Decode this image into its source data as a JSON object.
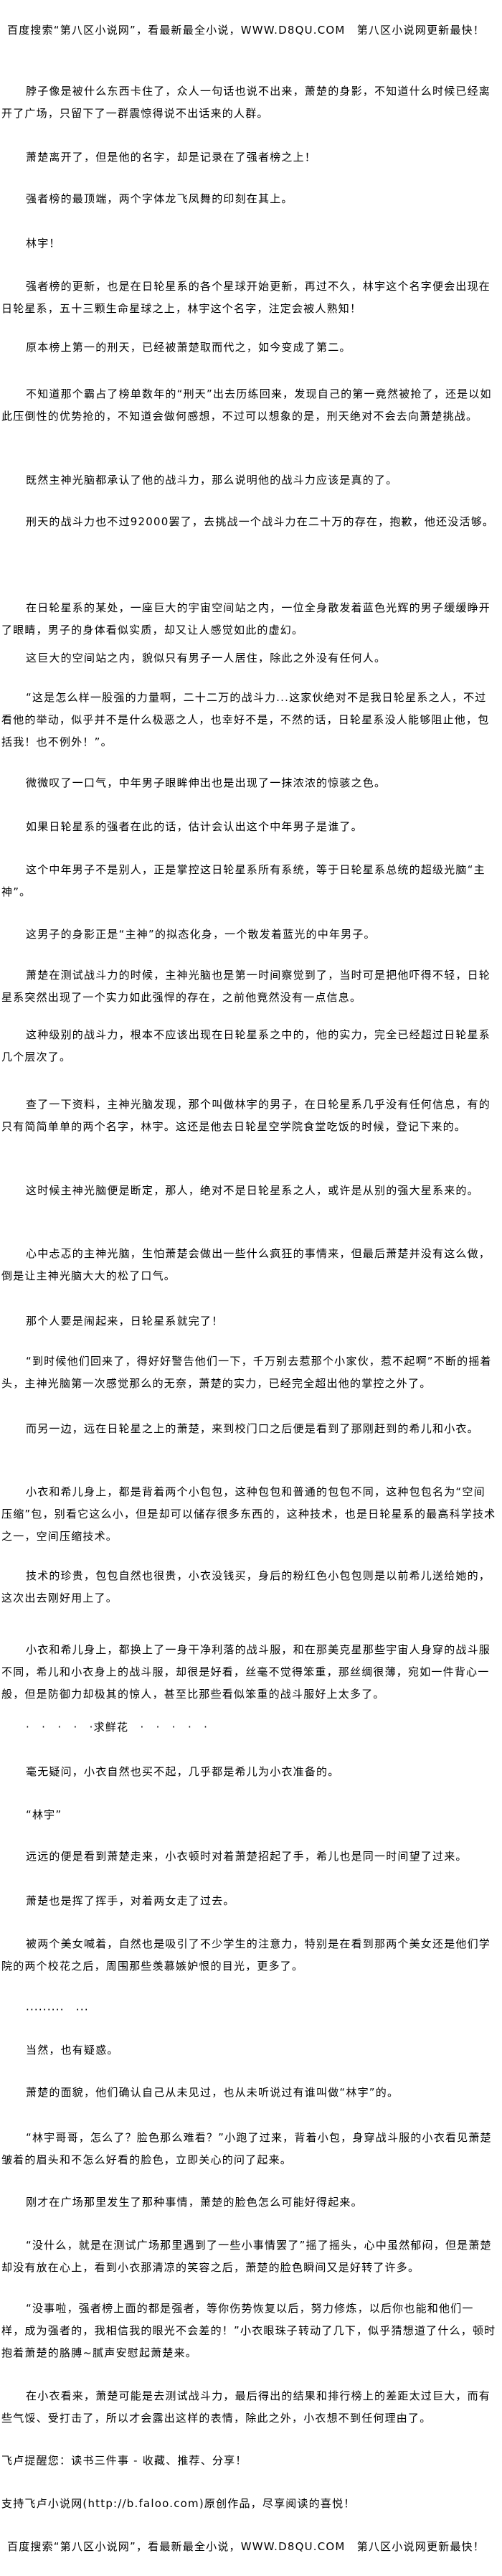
{
  "header_notice": "百度搜索“第八区小说网”，看最新最全小说，WWW.D8QU.COM　第八区小说网更新最快！",
  "paragraphs": [
    "脖子像是被什么东西卡住了，众人一句话也说不出来，萧楚的身影，不知道什么时候已经离开了广场，只留下了一群震惊得说不出话来的人群。",
    "萧楚离开了，但是他的名字，却是记录在了强者榜之上！",
    "强者榜的最顶端，两个字体龙飞凤舞的印刻在其上。",
    "林宇！",
    "强者榜的更新，也是在日轮星系的各个星球开始更新，再过不久，林宇这个名字便会出现在日轮星系，五十三颗生命星球之上，林宇这个名字，注定会被人熟知！",
    "原本榜上第一的刑天，已经被萧楚取而代之，如今变成了第二。",
    "不知道那个霸占了榜单数年的“刑天”出去历练回来，发现自己的第一竟然被抢了，还是以如此压倒性的优势抢的，不知道会做何感想，不过可以想象的是，刑天绝对不会去向萧楚挑战。",
    "既然主神光脑都承认了他的战斗力，那么说明他的战斗力应该是真的了。",
    "刑天的战斗力也不过92000罢了，去挑战一个战斗力在二十万的存在，抱歉，他还没活够。",
    "在日轮星系的某处，一座巨大的宇宙空间站之内，一位全身散发着蓝色光辉的男子缓缓睁开了眼睛，男子的身体看似实质，却又让人感觉如此的虚幻。",
    "这巨大的空间站之内，貌似只有男子一人居住，除此之外没有任何人。",
    "“这是怎么样一股强的力量啊，二十二万的战斗力...这家伙绝对不是我日轮星系之人，不过看他的举动，似乎并不是什么极恶之人，也幸好不是，不然的话，日轮星系没人能够阻止他，包括我！也不例外！”。",
    "微微叹了一口气，中年男子眼眸伸出也是出现了一抹浓浓的惊骇之色。",
    "如果日轮星系的强者在此的话，估计会认出这个中年男子是谁了。",
    "这个中年男子不是别人，正是掌控这日轮星系所有系统，等于日轮星系总统的超级光脑“主神”。",
    "这男子的身影正是“主神”的拟态化身，一个散发着蓝光的中年男子。",
    "萧楚在测试战斗力的时候，主神光脑也是第一时间察觉到了，当时可是把他吓得不轻，日轮星系突然出现了一个实力如此强悍的存在，之前他竟然没有一点信息。",
    "这种级别的战斗力，根本不应该出现在日轮星系之中的，他的实力，完全已经超过日轮星系几个层次了。",
    "查了一下资料，主神光脑发现，那个叫做林宇的男子，在日轮星系几乎没有任何信息，有的只有简简单单的两个名字，林宇。这还是他去日轮星空学院食堂吃饭的时候，登记下来的。",
    "这时候主神光脑便是断定，那人，绝对不是日轮星系之人，或许是从别的强大星系来的。",
    "心中忐忑的主神光脑，生怕萧楚会做出一些什么疯狂的事情来，但最后萧楚并没有这么做，倒是让主神光脑大大的松了口气。",
    "那个人要是闹起来，日轮星系就完了！",
    "“到时候他们回来了，得好好警告他们一下，千万别去惹那个小家伙，惹不起啊”不断的摇着头，主神光脑第一次感觉那么的无奈，萧楚的实力，已经完全超出他的掌控之外了。",
    "而另一边，远在日轮星之上的萧楚，来到校门口之后便是看到了那刚赶到的希儿和小衣。",
    "小衣和希儿身上，都是背着两个小包包，这种包包和普通的包包不同，这种包包名为“空间压缩”包，别看它这么小，但是却可以储存很多东西的，这种技术，也是日轮星系的最高科学技术之一，空间压缩技术。",
    "技术的珍贵，包包自然也很贵，小衣没钱买，身后的粉红色小包包则是以前希儿送给她的，这次出去刚好用上了。",
    "小衣和希儿身上，都换上了一身干净利落的战斗服，和在那美克星那些宇宙人身穿的战斗服不同，希儿和小衣身上的战斗服，却很是好看，丝毫不觉得笨重，那丝绸很薄，宛如一件背心一般，但是防御力却极其的惊人，甚至比那些看似笨重的战斗服好上太多了。",
    "·　·　·　·　·求鲜花　·　·　·　·　·",
    "毫无疑问，小衣自然也买不起，几乎都是希儿为小衣准备的。",
    "“林宇”",
    "远远的便是看到萧楚走来，小衣顿时对着萧楚招起了手，希儿也是同一时间望了过来。",
    "萧楚也是挥了挥手，对着两女走了过去。",
    "被两个美女喊着，自然也是吸引了不少学生的注意力，特别是在看到那两个美女还是他们学院的两个校花之后，周围那些羡慕嫉妒恨的目光，更多了。",
    "·········　···",
    "当然，也有疑惑。",
    "萧楚的面貌，他们确认自己从未见过，也从未听说过有谁叫做“林宇”的。",
    "“林宇哥哥，怎么了？脸色那么难看？”小跑了过来，背着小包，身穿战斗服的小衣看见萧楚皱着的眉头和不怎么好看的脸色，立即关心的问了起来。",
    "刚才在广场那里发生了那种事情，萧楚的脸色怎么可能好得起来。",
    "“没什么，就是在测试广场那里遇到了一些小事情罢了”摇了摇头，心中虽然郁闷，但是萧楚却没有放在心上，看到小衣那清凉的笑容之后，萧楚的脸色瞬间又是好转了许多。",
    "“没事啦，强者榜上面的都是强者，等你伤势恢复以后，努力修炼，以后你也能和他们一样，成为强者的，我相信我的眼光不会差的！”小衣眼珠子转动了几下，似乎猜想道了什么，顿时抱着萧楚的胳膊~腻声安慰起萧楚来。",
    "在小衣看来，萧楚可能是去测试战斗力，最后得出的结果和排行榜上的差距太过巨大，而有些气馁、受打击了，所以才会露出这样的表情，除此之外，小衣想不到任何理由了。"
  ],
  "footer": {
    "reminder": "飞卢提醒您：读书三件事 - 收藏、推荐、分享！",
    "support": "支持飞卢小说网(http://b.faloo.com)原创作品，尽享阅读的喜悦！",
    "notice": "百度搜索“第八区小说网”，看最新最全小说，WWW.D8QU.COM　第八区小说网更新最快！"
  }
}
